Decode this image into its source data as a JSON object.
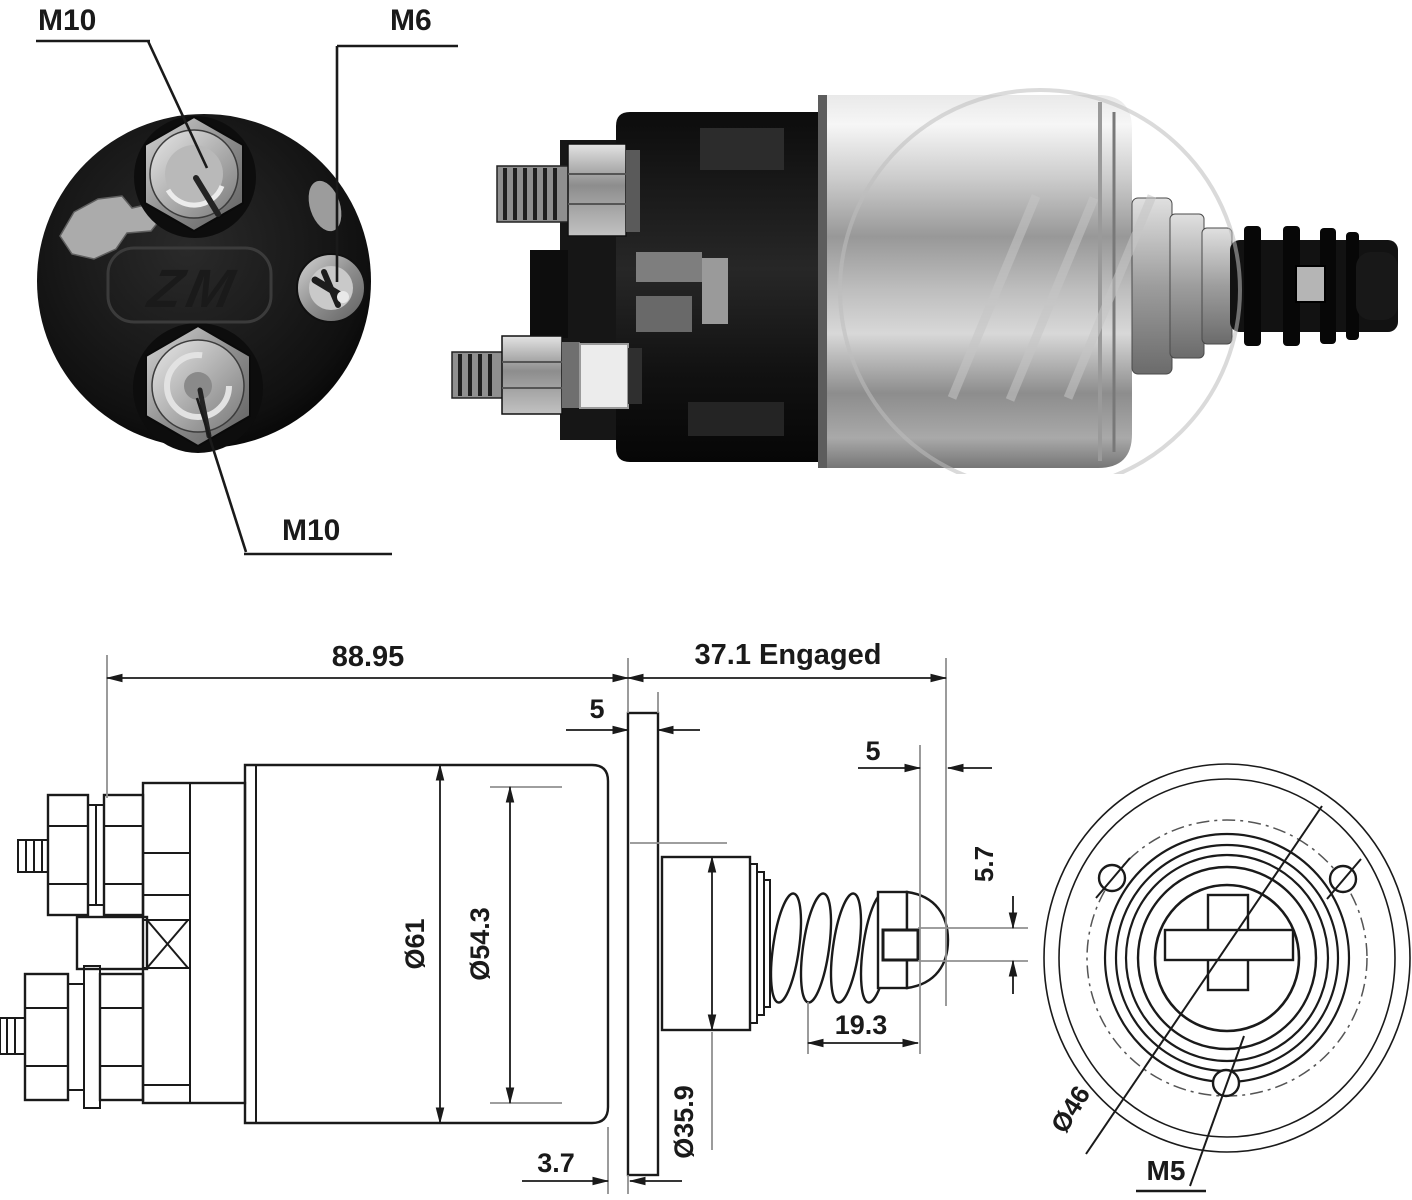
{
  "front_view": {
    "label_terminal_battery": "M10",
    "label_terminal_switch": "M6",
    "label_terminal_motor": "M10",
    "logo_text": "ZM"
  },
  "dimensions": {
    "overall_length": "88.95",
    "engaged_length": "37.1 Engaged",
    "flange_thickness": "5",
    "plunger_travel": "5",
    "rod_diameter": "5.7",
    "spring_length": "19.3",
    "body_diameter": "Ø61",
    "cap_diameter": "Ø54.3",
    "nose_diameter": "Ø35.9",
    "end_offset": "3.7",
    "bolt_circle_diameter": "Ø46",
    "mounting_hole_thread": "M5"
  },
  "palette": {
    "background": "#ffffff",
    "drawing_line": "#1a1a1a",
    "extension_line": "#909090",
    "metal_light": "#f0f0f0",
    "metal_dark": "#777777",
    "plastic_black": "#141414",
    "watermark_gray": "#bdbdbd"
  }
}
